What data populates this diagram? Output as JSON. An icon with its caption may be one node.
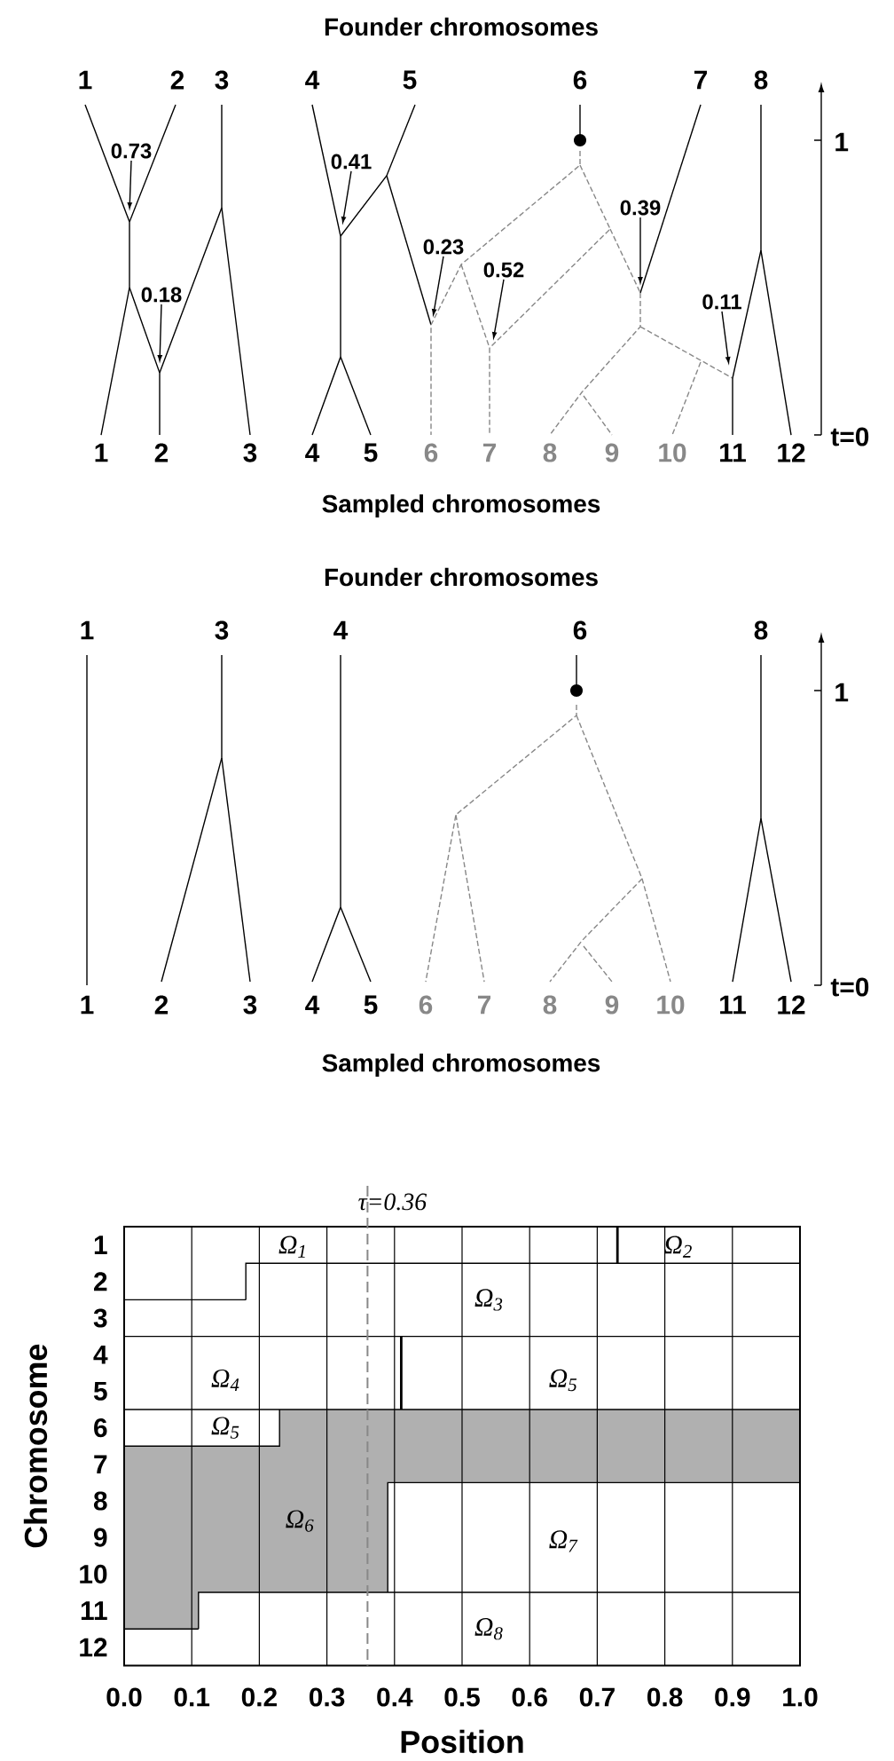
{
  "diagram": {
    "nodes": [
      {
        "text": [
          "0.73"
        ]
      },
      {
        "text": [
          "0.18"
        ]
      },
      {
        "text": [
          "0.41"
        ]
      },
      {
        "text": [
          "0.23"
        ]
      },
      {
        "text": [
          "0.52"
        ]
      },
      {
        "text": [
          "0.39"
        ]
      },
      {
        "text": [
          "0.11"
        ]
      }
    ],
    "edges": [
      {
        "from": 0,
        "to": null,
        "arrow": "to"
      },
      {
        "from": 1,
        "to": null,
        "arrow": "to"
      },
      {
        "from": 2,
        "to": null,
        "arrow": "to"
      },
      {
        "from": 3,
        "to": null,
        "arrow": "to"
      },
      {
        "from": 4,
        "to": null,
        "arrow": "to"
      },
      {
        "from": 5,
        "to": null,
        "arrow": "to"
      },
      {
        "from": 6,
        "to": null,
        "arrow": "to"
      }
    ],
    "labels": [
      "Founder chromosomes",
      "1",
      "2",
      "3",
      "4",
      "5",
      "6",
      "7",
      "8",
      "1",
      "1",
      "2",
      "3",
      "4",
      "5",
      "6",
      "7",
      "8",
      "9",
      "10",
      "11",
      "12",
      "t=0",
      "Sampled chromosomes",
      "Founder chromosomes",
      "1",
      "3",
      "4",
      "6",
      "8",
      "1",
      "1",
      "2",
      "3",
      "4",
      "5",
      "6",
      "7",
      "8",
      "9",
      "10",
      "11",
      "12",
      "t=0",
      "Sampled chromosomes",
      "τ=0.36",
      "Ω$_{1}$",
      "Ω$_{2}$",
      "Ω$_{3}$",
      "Ω$_{4}$",
      "Ω$_{5}$",
      "Ω$_{5}$",
      "Ω$_{6}$",
      "Ω$_{7}$",
      "Ω$_{8}$",
      "1",
      "2",
      "3",
      "4",
      "5",
      "6",
      "7",
      "8",
      "9",
      "10",
      "11",
      "12",
      "0.0",
      "0.1",
      "0.2",
      "0.3",
      "0.4",
      "0.5",
      "0.6",
      "0.7",
      "0.8",
      "0.9",
      "1.0",
      "Chromosome",
      "Position"
    ]
  }
}
